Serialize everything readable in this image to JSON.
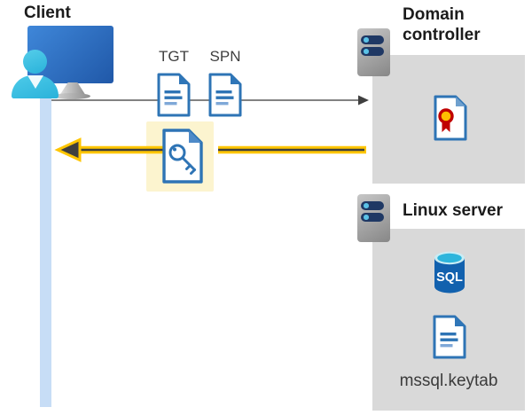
{
  "diagram": {
    "client": {
      "label": "Client"
    },
    "tickets": {
      "tgt": "TGT",
      "spn": "SPN"
    },
    "domain_controller": {
      "label": "Domain controller"
    },
    "linux_server": {
      "label": "Linux server",
      "sql_badge": "SQL",
      "keytab_file": "mssql.keytab"
    },
    "colors": {
      "document_blue": "#2e74b5",
      "panel_gray": "#d9d9d9",
      "highlight_yellow": "#fcf4cf",
      "arrow_yellow": "#ffc600",
      "arrow_dark": "#3f3f3f",
      "request_line_gray": "#595959",
      "client_cyan": "#3ec1e6",
      "monitor_blue": "#2f72c4",
      "lifeline_blue": "#c7ddf6",
      "server_bar_navy": "#1f3864",
      "server_dot_cyan": "#5bc2e7",
      "sql_body_blue": "#1261ae",
      "sql_top_cyan": "#2db5dc",
      "certificate_red": "#c00000",
      "certificate_gold": "#ffc000"
    }
  }
}
